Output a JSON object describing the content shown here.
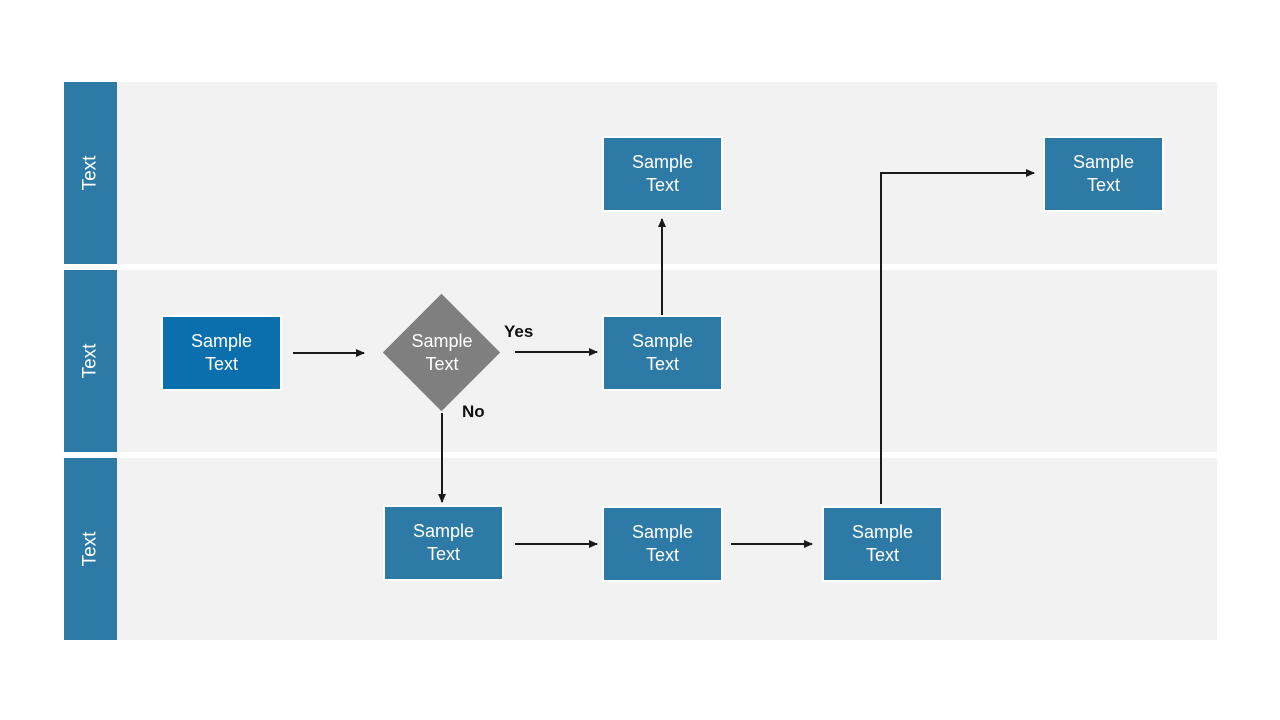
{
  "colors": {
    "lane_header": "#2e7aa6",
    "lane_background": "#f2f2f2",
    "process_box": "#2e7aa6",
    "start_box": "#0b6fad",
    "decision": "#7f7f7f",
    "arrow": "#1a1a1a"
  },
  "lanes": [
    {
      "label": "Text"
    },
    {
      "label": "Text"
    },
    {
      "label": "Text"
    }
  ],
  "nodes": {
    "start": {
      "line1": "Sample",
      "line2": "Text"
    },
    "decision": {
      "line1": "Sample",
      "line2": "Text"
    },
    "yes_step": {
      "line1": "Sample",
      "line2": "Text"
    },
    "top_mid": {
      "line1": "Sample",
      "line2": "Text"
    },
    "top_end": {
      "line1": "Sample",
      "line2": "Text"
    },
    "no_step": {
      "line1": "Sample",
      "line2": "Text"
    },
    "bottom_mid": {
      "line1": "Sample",
      "line2": "Text"
    },
    "bottom_end": {
      "line1": "Sample",
      "line2": "Text"
    }
  },
  "branch_labels": {
    "yes": "Yes",
    "no": "No"
  }
}
